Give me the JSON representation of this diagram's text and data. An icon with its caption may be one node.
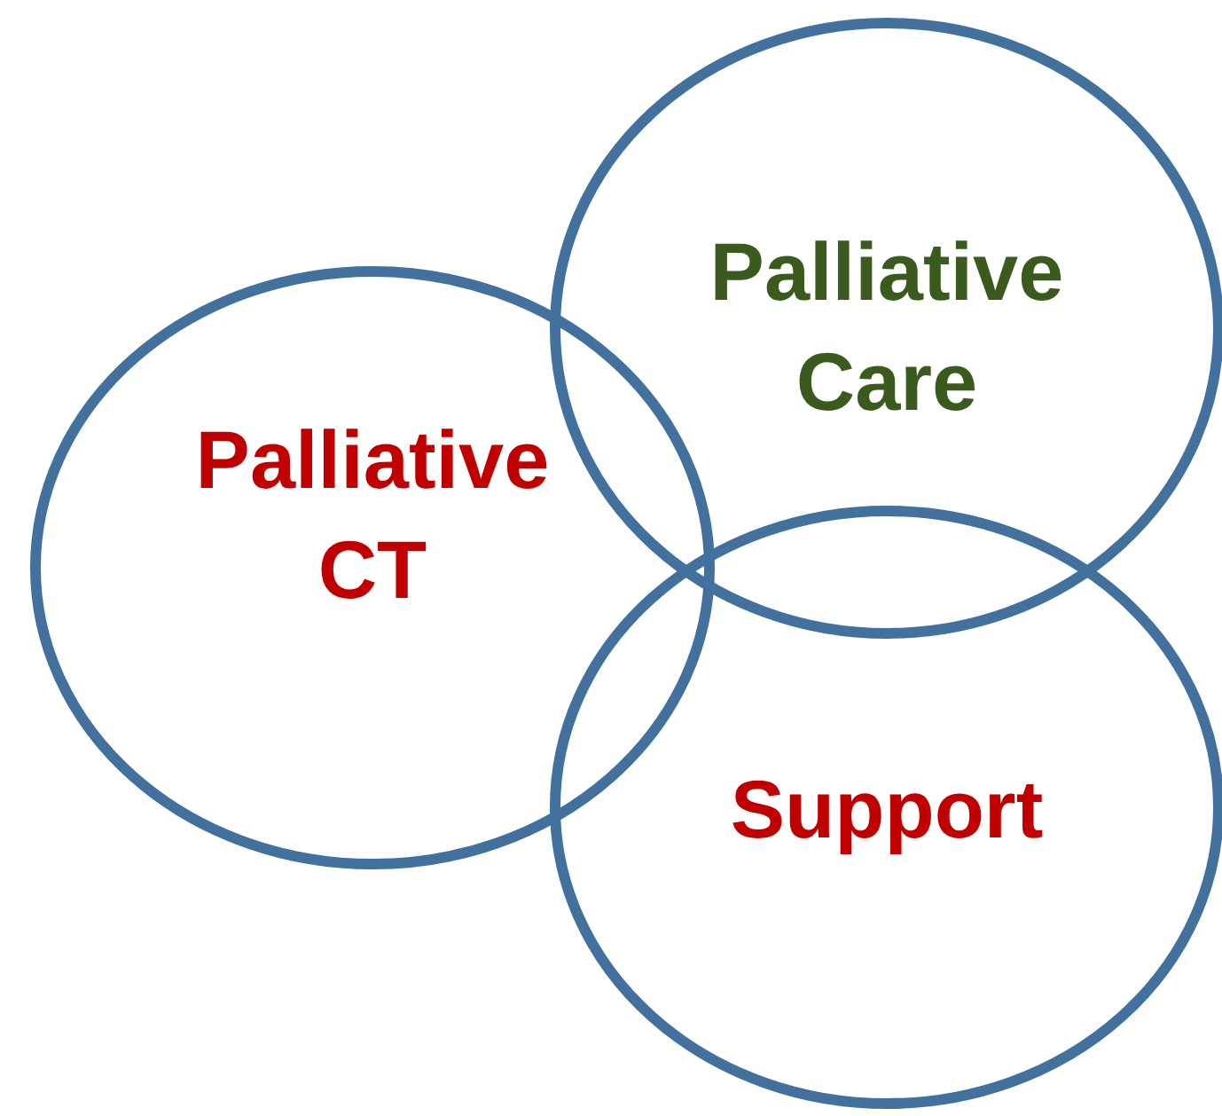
{
  "diagram": {
    "nodes": [
      {
        "text": [
          "Palliative CT"
        ]
      },
      {
        "text": [
          "Palliative Care"
        ]
      },
      {
        "text": [
          "Support"
        ]
      }
    ]
  }
}
